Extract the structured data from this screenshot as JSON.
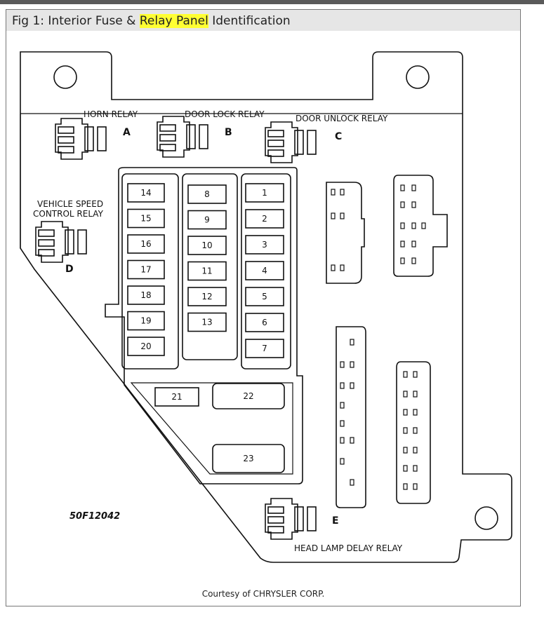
{
  "figure": {
    "caption_prefix": "Fig 1: Interior Fuse & ",
    "caption_highlight": "Relay Panel",
    "caption_suffix": " Identification",
    "credit": "Courtesy of CHRYSLER CORP.",
    "part_number": "50F12042",
    "highlight_color": "#ffff33"
  },
  "relays": [
    {
      "id": "horn",
      "name": "HORN RELAY",
      "letter": "A"
    },
    {
      "id": "door-lock",
      "name": "DOOR LOCK RELAY",
      "letter": "B"
    },
    {
      "id": "door-unlock",
      "name": "DOOR UNLOCK RELAY",
      "letter": "C"
    },
    {
      "id": "vehicle-speed",
      "name_line1": "VEHICLE SPEED",
      "name_line2": "CONTROL RELAY",
      "letter": "D"
    },
    {
      "id": "head-lamp",
      "name": "HEAD LAMP DELAY RELAY",
      "letter": "E"
    }
  ],
  "fuses": {
    "col_left": [
      "14",
      "15",
      "16",
      "17",
      "18",
      "19",
      "20"
    ],
    "col_mid": [
      "8",
      "9",
      "10",
      "11",
      "12",
      "13"
    ],
    "col_right": [
      "1",
      "2",
      "3",
      "4",
      "5",
      "6",
      "7"
    ],
    "bottom": [
      "21",
      "22",
      "23"
    ]
  }
}
